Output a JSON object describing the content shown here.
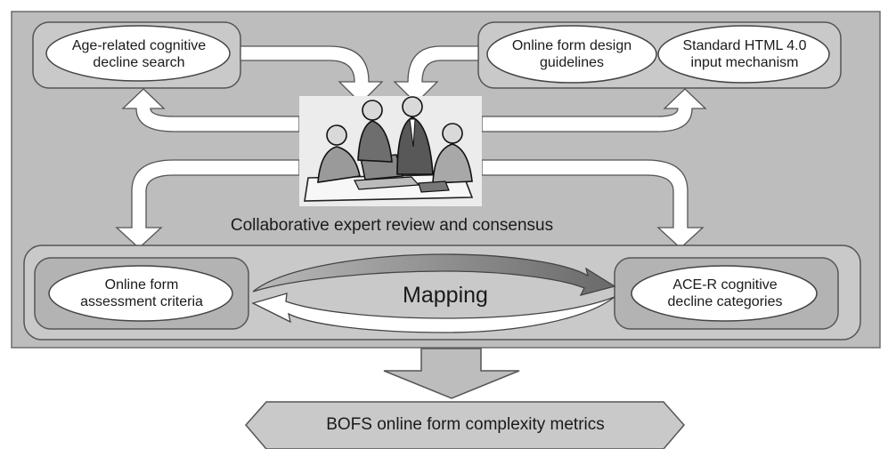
{
  "diagram": {
    "sources": {
      "age_related": "Age-related cognitive decline search",
      "design_guidelines": "Online form design guidelines",
      "html_input": "Standard HTML 4.0 input mechanism"
    },
    "review": {
      "caption": "Collaborative expert review and consensus",
      "illustration": "people-meeting-illustration"
    },
    "mapping": {
      "label": "Mapping",
      "left": "Online form assessment criteria",
      "right": "ACE-R cognitive decline categories"
    },
    "output": {
      "label": "BOFS online form complexity metrics"
    }
  },
  "colors": {
    "panel": "#bdbdbd",
    "box": "#c9c9c9",
    "ellipse": "#ffffff",
    "outline": "#555555"
  }
}
